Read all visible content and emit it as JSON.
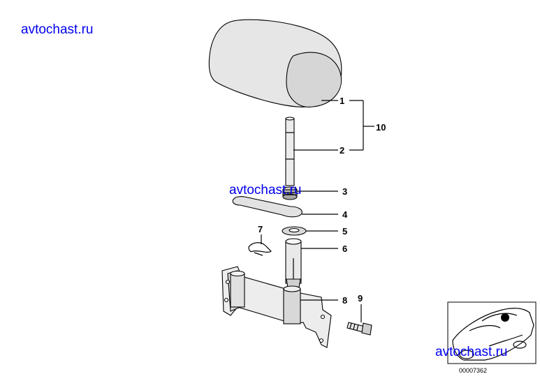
{
  "watermarks": [
    "avtochast.ru",
    "avtochast.ru",
    "avtochast.ru"
  ],
  "callouts": [
    "1",
    "2",
    "3",
    "4",
    "5",
    "6",
    "7",
    "8",
    "9",
    "10"
  ],
  "image_code": "00007362",
  "colors": {
    "watermark": "#0000ee",
    "part_fill": "#e8e8e8",
    "line": "#000000"
  },
  "icons": {
    "car_locator": "car-location-icon"
  }
}
